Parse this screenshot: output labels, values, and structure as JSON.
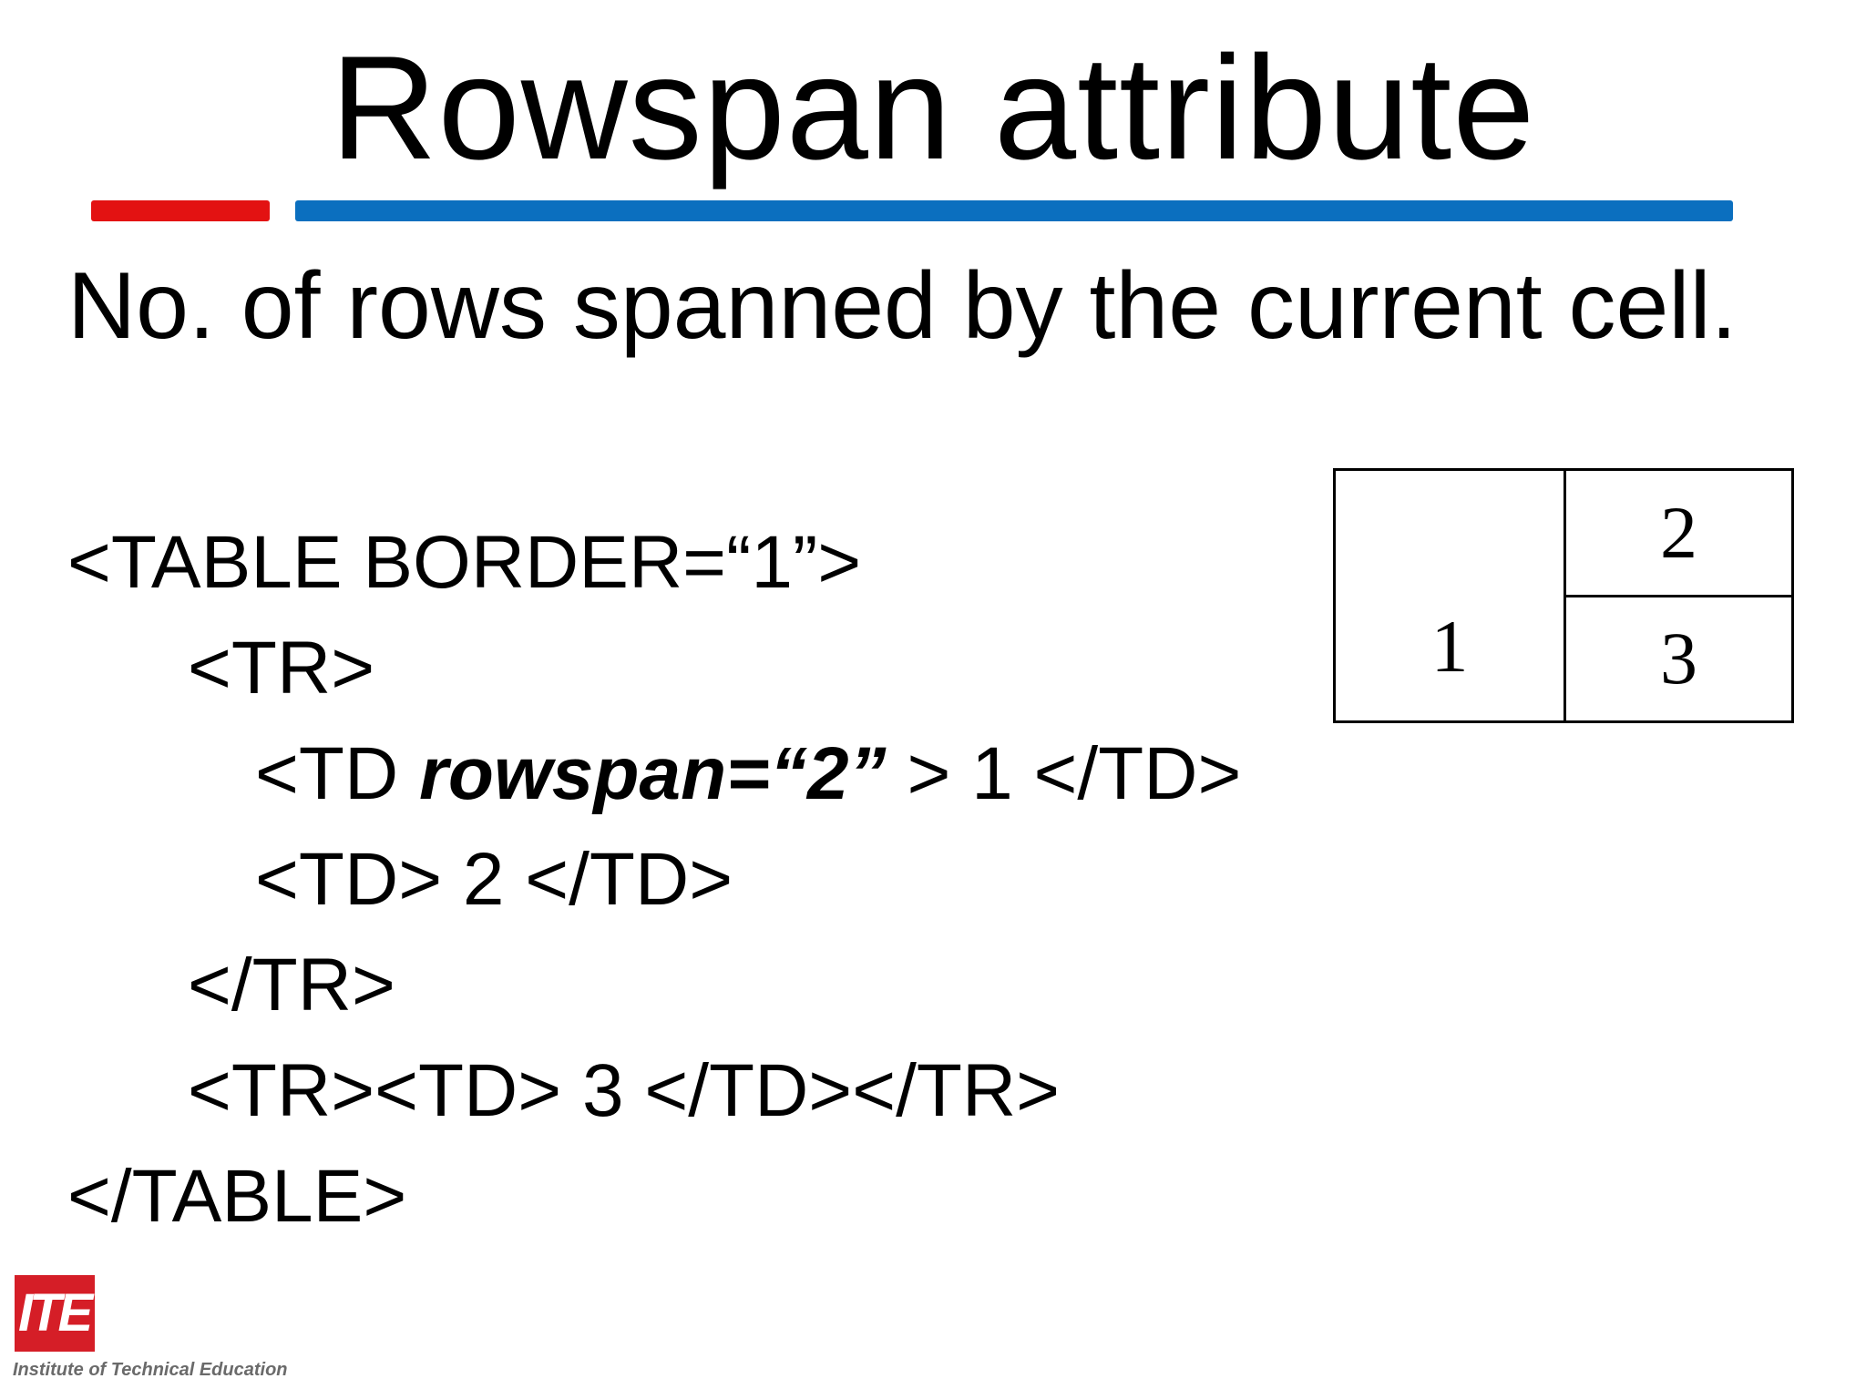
{
  "slide": {
    "title": "Rowspan attribute",
    "subtitle": "No. of rows spanned by the current cell.",
    "accent_colors": {
      "red_rule": "#e31212",
      "blue_rule": "#0b6fbf"
    }
  },
  "code": {
    "line1": "<TABLE BORDER=“1”>",
    "line2": "<TR>",
    "line3_prefix": "<TD ",
    "line3_emphasis": "rowspan=“2”",
    "line3_suffix": " > 1 </TD>",
    "line4": "<TD> 2 </TD>",
    "line5": "</TR>",
    "line6": "<TR><TD> 3 </TD></TR>",
    "line7": "</TABLE>"
  },
  "example_table": {
    "cells": [
      "1",
      "2",
      "3"
    ]
  },
  "logo": {
    "mark": "ITE",
    "text": "Institute of Technical Education",
    "color": "#d51e27"
  }
}
